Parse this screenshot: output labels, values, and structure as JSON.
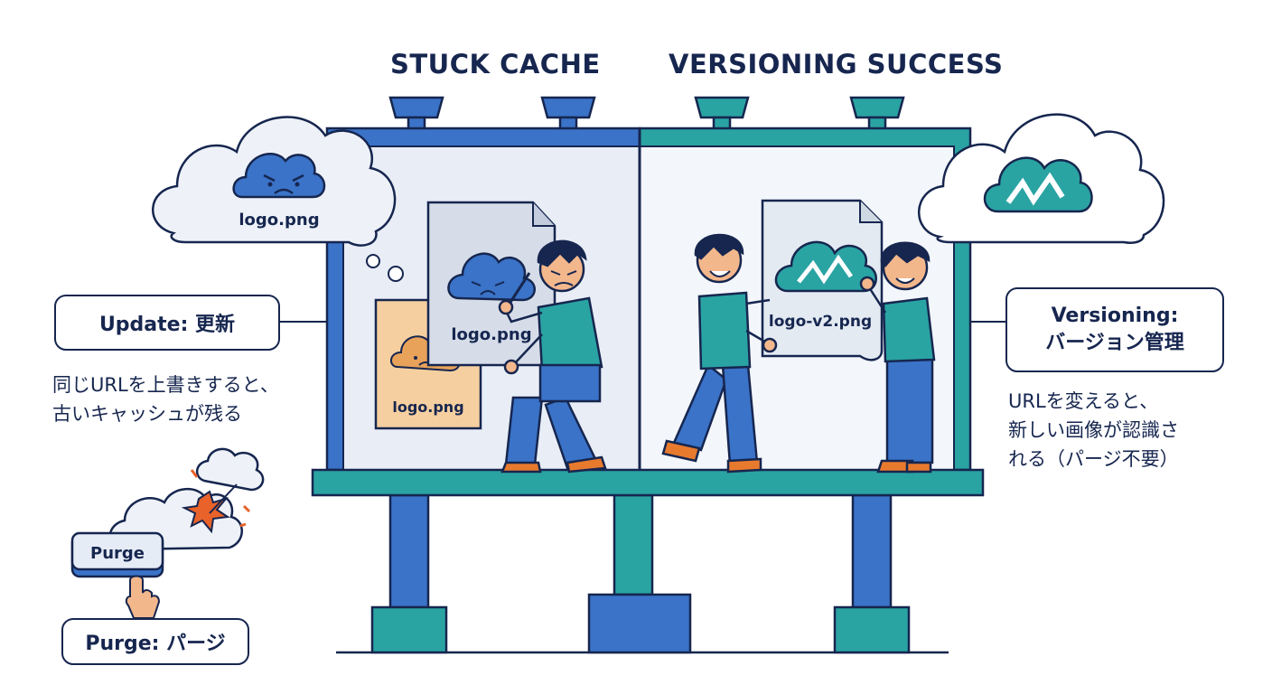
{
  "titles": {
    "left": "STUCK CACHE",
    "right": "VERSIONING SUCCESS"
  },
  "left_panel": {
    "cloud_file": "logo.png",
    "old_file": "logo.png",
    "new_file": "logo.png"
  },
  "right_panel": {
    "new_file": "logo-v2.png"
  },
  "callouts": {
    "update": {
      "label": "Update: 更新",
      "note_line1": "同じURLを上書きすると、",
      "note_line2": "古いキャッシュが残る"
    },
    "versioning": {
      "label_line1": "Versioning:",
      "label_line2": "バージョン管理",
      "note_line1": "URLを変えると、",
      "note_line2": "新しい画像が認識さ",
      "note_line3": "れる（パージ不要）"
    },
    "purge": {
      "button": "Purge",
      "label": "Purge: パージ"
    }
  },
  "colors": {
    "navy": "#16264f",
    "blue": "#3a73c8",
    "teal": "#2aa3a3",
    "orange": "#e8a25a",
    "skin": "#f3b78c"
  }
}
